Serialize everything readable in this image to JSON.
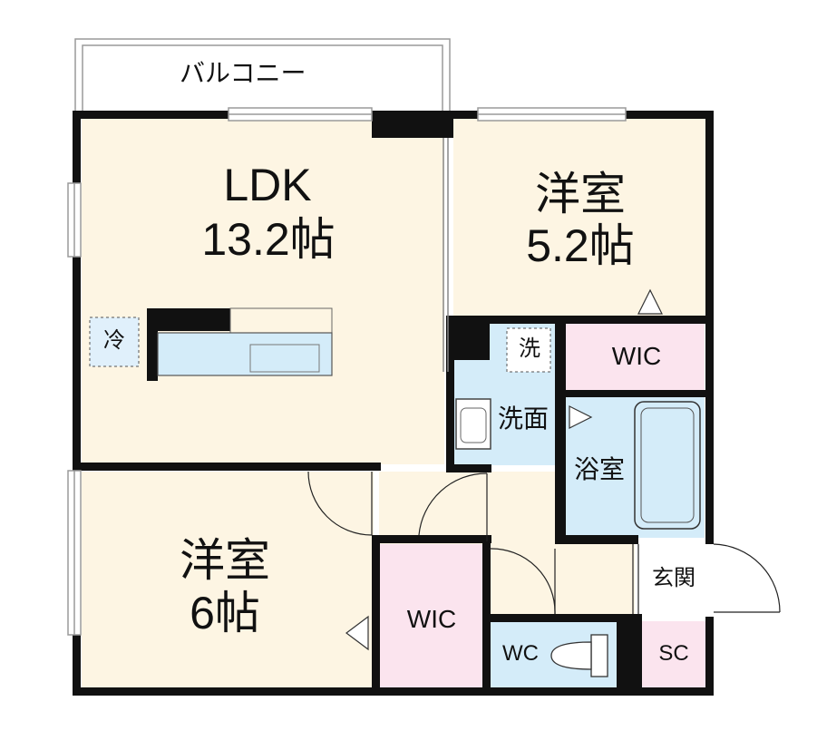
{
  "colors": {
    "wall": "#111111",
    "living": "#fdf5e3",
    "wet": "#d4ecf9",
    "storage": "#fbe4ee",
    "window_frame": "#9a9a9a"
  },
  "balcony": {
    "label": "バルコニー"
  },
  "rooms": {
    "ldk": {
      "name": "LDK",
      "area": "13.2帖"
    },
    "western_north": {
      "name": "洋室",
      "area": "5.2帖"
    },
    "western_south": {
      "name": "洋室",
      "area": "6帖"
    },
    "wic_north": {
      "label": "WIC"
    },
    "wic_south": {
      "label": "WIC"
    },
    "washroom": {
      "label": "洗面"
    },
    "washer": {
      "label": "洗"
    },
    "bathroom": {
      "label": "浴室"
    },
    "entrance": {
      "label": "玄関"
    },
    "toilet": {
      "label": "WC"
    },
    "shoe_closet": {
      "label": "SC"
    },
    "fridge": {
      "label": "冷"
    }
  }
}
